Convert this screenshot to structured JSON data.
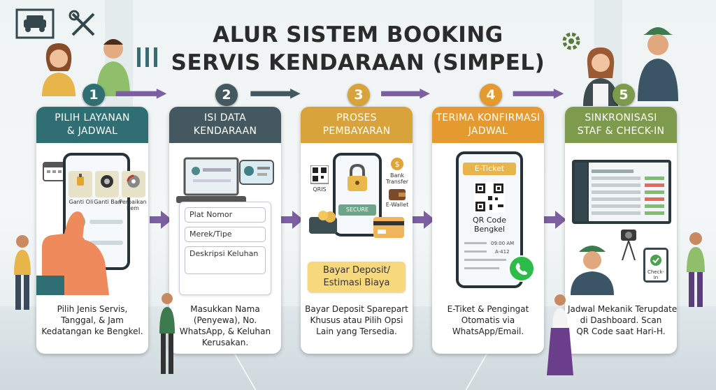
{
  "title": {
    "line1": "ALUR SISTEM BOOKING",
    "line2": "SERVIS KENDARAAN (SIMPEL)"
  },
  "colors": {
    "teal": "#2f6e73",
    "slate": "#44585f",
    "gold": "#d7a33a",
    "orange": "#e49a2e",
    "green": "#7d9a4d",
    "arrow": "#7b5fa0"
  },
  "steps": [
    {
      "number": "1",
      "title": [
        "PILIH LAYANAN",
        "& JADWAL"
      ],
      "services": [
        "Ganti Oli",
        "Ganti Ban",
        "Perbaikan Rem"
      ],
      "description": [
        "Pilih Jenis Servis,",
        "Tanggal, & Jam",
        "Kedatangan ke Bengkel."
      ]
    },
    {
      "number": "2",
      "title": [
        "ISI DATA",
        "KENDARAAN"
      ],
      "fields": [
        "Plat Nomor",
        "Merek/Tipe",
        "Deskripsi Keluhan"
      ],
      "description": [
        "Masukkan Nama",
        "(Penyewa), No.",
        "WhatsApp, & Keluhan",
        "Kerusakan."
      ]
    },
    {
      "number": "3",
      "title": [
        "PROSES",
        "PEMBAYARAN"
      ],
      "badges": [
        "SECURE",
        "QRIS",
        "Bank Transfer",
        "E-Wallet"
      ],
      "banner": [
        "Bayar Deposit/",
        "Estimasi Biaya"
      ],
      "description": [
        "Bayar Deposit Sparepart",
        "Khusus atau Pilih Opsi",
        "Lain yang Tersedia."
      ]
    },
    {
      "number": "4",
      "title": [
        "TERIMA KONFIRMASI",
        "JADWAL"
      ],
      "ticket_label": "E-Ticket",
      "qr_label": [
        "QR Code",
        "Bengkel"
      ],
      "ticket_time": "09:00 AM",
      "ticket_plate": "A-412",
      "description": [
        "E-Tiket & Pengingat",
        "Otomatis via",
        "WhatsApp/Email."
      ]
    },
    {
      "number": "5",
      "title": [
        "SINKRONISASI",
        "STAF & CHECK-IN"
      ],
      "checkin_label": "Check-In",
      "description": [
        "Jadwal Mekanik Terupdate",
        "di Dashboard. Scan",
        "QR Code saat Hari-H."
      ]
    }
  ]
}
